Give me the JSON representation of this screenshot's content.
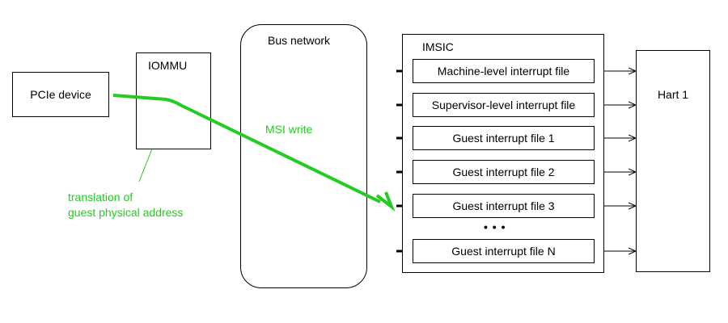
{
  "nodes": {
    "pcie_device": "PCIe device",
    "iommu": "IOMMU",
    "bus_network": "Bus network",
    "imsic": "IMSIC",
    "hart": "Hart 1"
  },
  "interrupt_files": [
    "Machine-level interrupt file",
    "Supervisor-level interrupt file",
    "Guest interrupt file 1",
    "Guest interrupt file 2",
    "Guest interrupt file 3",
    "Guest interrupt file N"
  ],
  "ellipsis": "• • •",
  "annotations": {
    "msi_write": "MSI write",
    "translation_line1": "translation of",
    "translation_line2": "guest physical address"
  },
  "colors": {
    "highlight": "#22cc22",
    "line": "#000000"
  }
}
